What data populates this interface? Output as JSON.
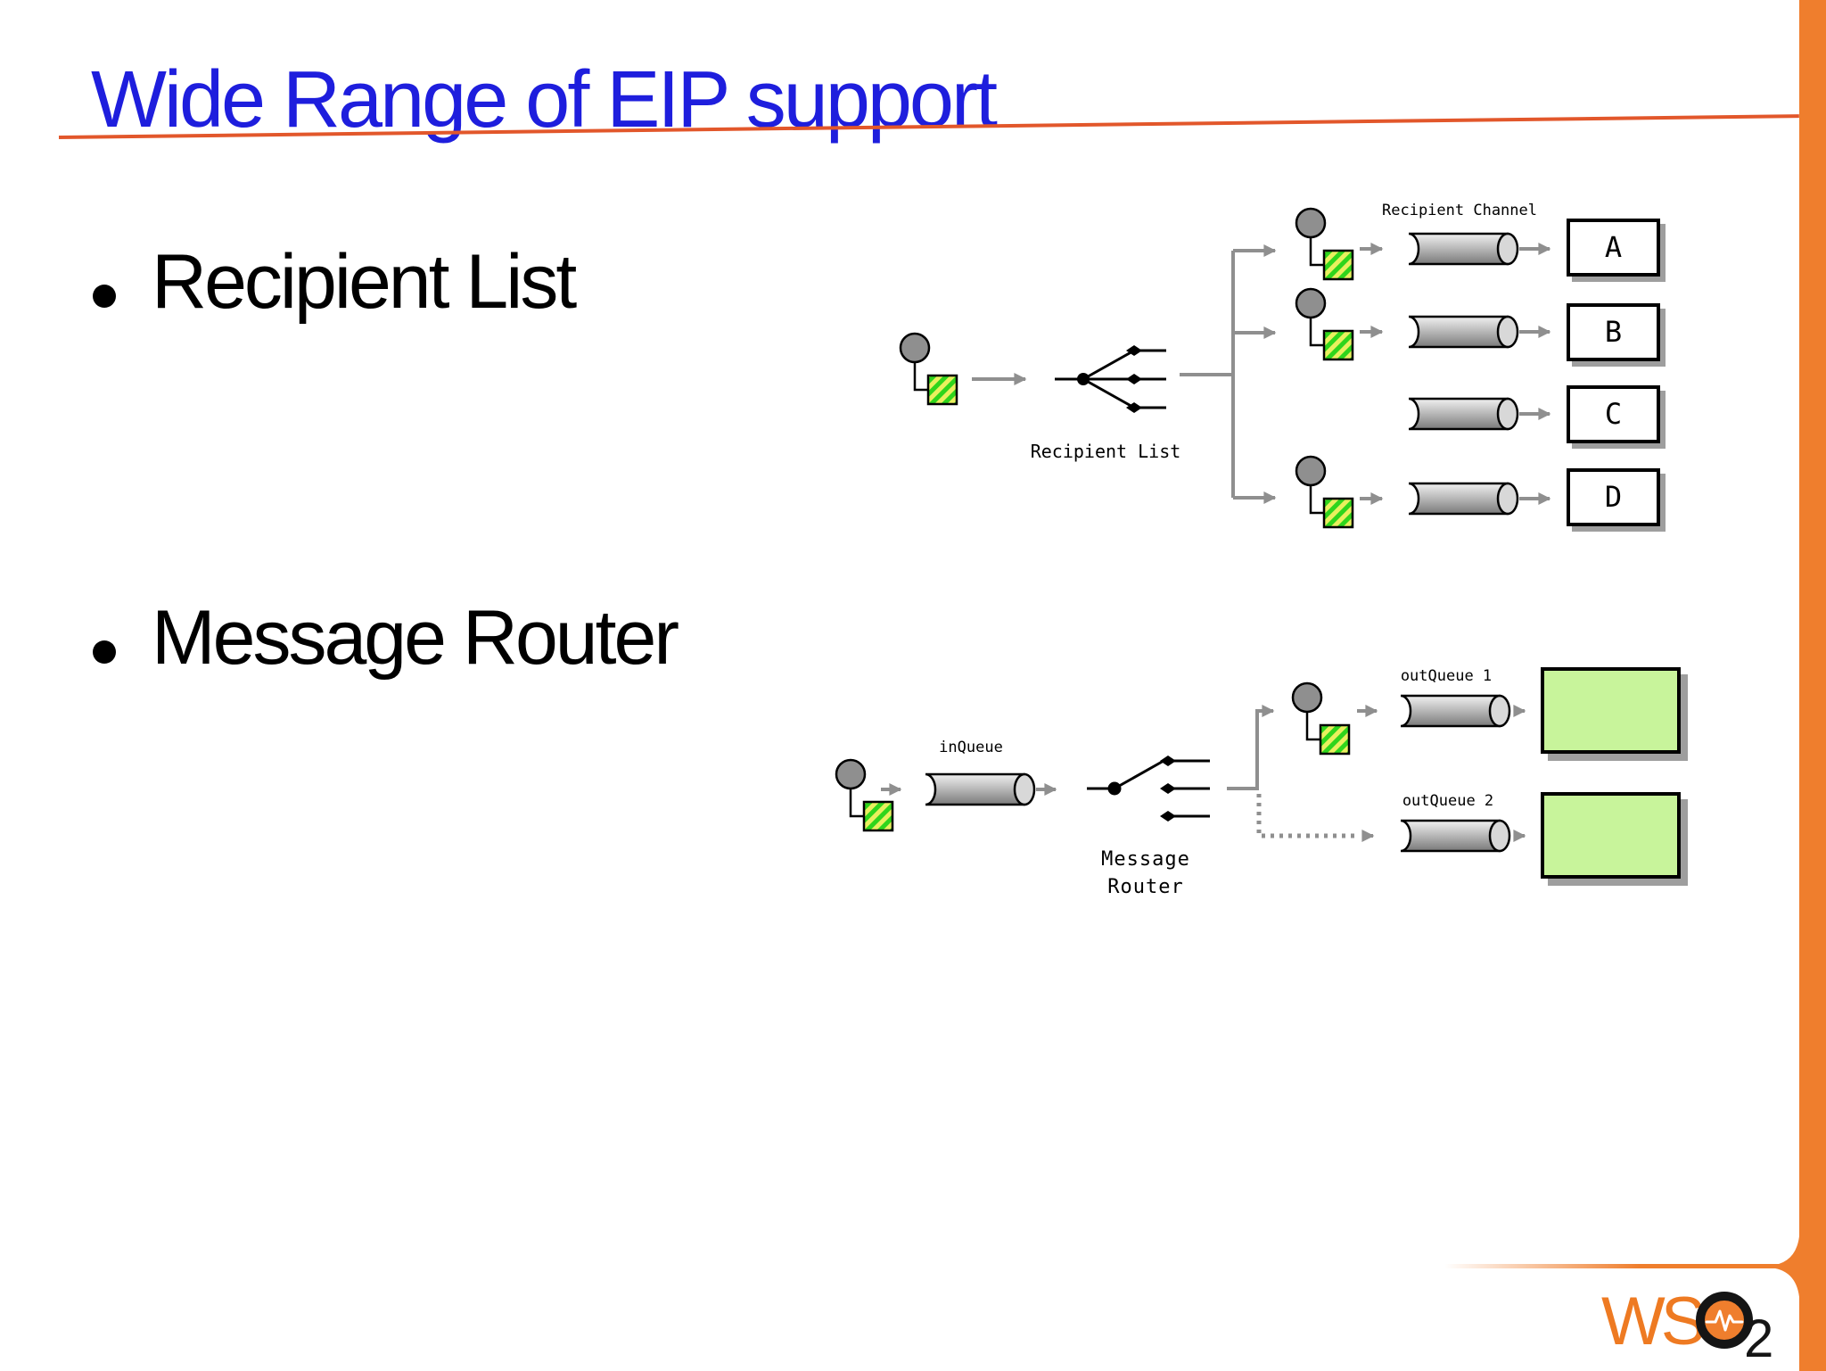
{
  "slide": {
    "title": "Wide Range of EIP support",
    "bullets": [
      "Recipient List",
      "Message Router"
    ]
  },
  "diagrams": {
    "recipient_list": {
      "processor_label": "Recipient List",
      "channel_label": "Recipient Channel",
      "recipients": [
        "A",
        "B",
        "C",
        "D"
      ]
    },
    "message_router": {
      "processor_label": [
        "Message",
        "Router"
      ],
      "in_queue": "inQueue",
      "out_queue_1": "outQueue 1",
      "out_queue_2": "outQueue 2"
    }
  },
  "logo": {
    "ws": "WS",
    "subscript": "2"
  },
  "colors": {
    "title_blue": "#1e1edd",
    "underline_orange": "#e2572b",
    "accent_orange": "#ef7e2d",
    "processor_green": "#c8f49b",
    "hatch_green": "#2fd51c",
    "hatch_yellow": "#e9f05e",
    "pipe_gray": "#8f8f8f"
  }
}
